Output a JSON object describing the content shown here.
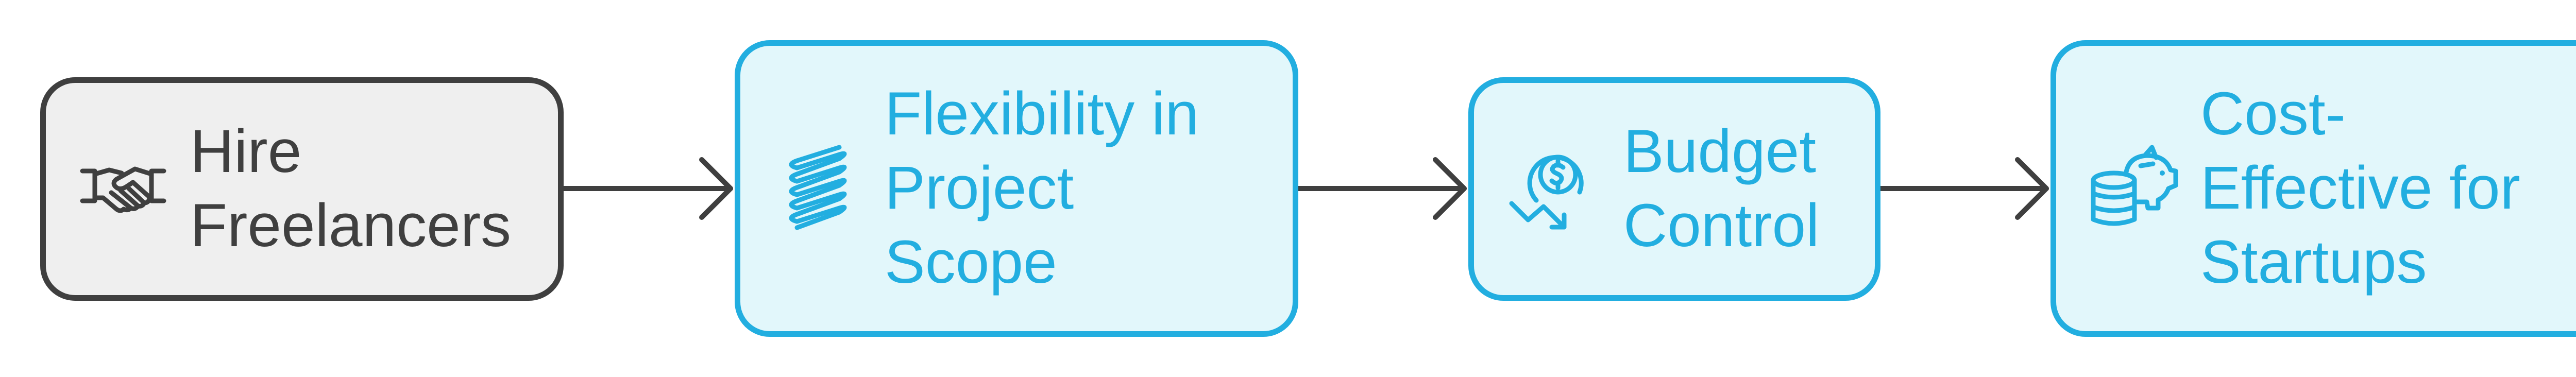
{
  "colors": {
    "neutral_fill": "#efefef",
    "neutral_stroke": "#3f3f3f",
    "accent_fill": "#e2f7fb",
    "accent_stroke": "#22aee0",
    "connector": "#3f3f3f"
  },
  "nodes": [
    {
      "id": "hire-freelancers",
      "label": "Hire\nFreelancers",
      "icon": "handshake-icon",
      "style": "neutral"
    },
    {
      "id": "flexibility",
      "label": "Flexibility in\nProject\nScope",
      "icon": "spring-coil-icon",
      "style": "accent"
    },
    {
      "id": "budget-control",
      "label": "Budget\nControl",
      "icon": "dollar-trend-down-icon",
      "style": "accent"
    },
    {
      "id": "cost-effective",
      "label": "Cost-\nEffective for\nStartups",
      "icon": "piggy-bank-coins-icon",
      "style": "accent"
    }
  ],
  "edges": [
    {
      "from": "hire-freelancers",
      "to": "flexibility"
    },
    {
      "from": "flexibility",
      "to": "budget-control"
    },
    {
      "from": "budget-control",
      "to": "cost-effective"
    }
  ]
}
